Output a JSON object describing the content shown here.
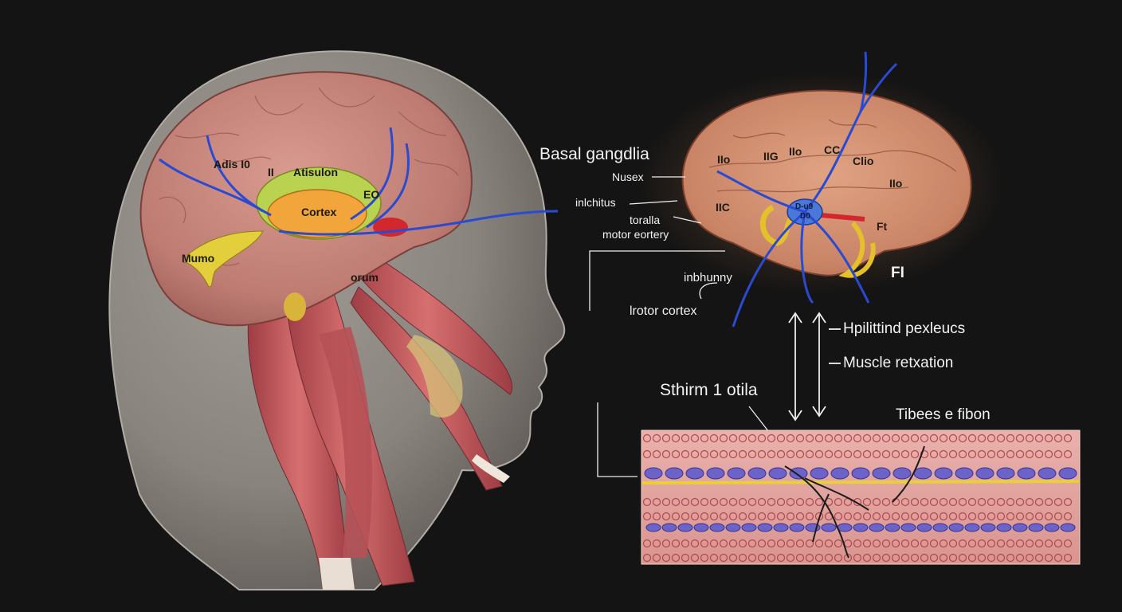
{
  "colors": {
    "background": "#141414",
    "skin": "#8c8680",
    "brain": "#c7807a",
    "muscle": "#c25a5e",
    "nerve": "#2a4bd1",
    "basal_ganglia_yellow": "#e4c02a",
    "basal_ganglia_green": "#b9d24f",
    "fiber_band": "#e7a9a6",
    "fiber_nucleus": "#6b63c8",
    "label_text": "#f2f2f2"
  },
  "head_labels": {
    "top_left": "Adis I0",
    "top_mark": "II",
    "top_center": "Atisulon",
    "right_mark": "EO",
    "cortex": "Cortex",
    "left_branch": "Mumo",
    "lower_right": "orum"
  },
  "brain_labels": {
    "a": "IIo",
    "b": "IIG",
    "c": "IIo",
    "d": "CC",
    "e": "Clio",
    "f": "IIo",
    "g": "IIC",
    "center_a": "D-u9",
    "center_b": "D0",
    "right": "Ft"
  },
  "annotations": {
    "basal_ganglia": "Basal gangdlia",
    "nusex": "Nusex",
    "inhibitus": "inlchitus",
    "toralla": "toralla",
    "motor_eortery": "motor eortery",
    "inbhunny": "inbhunny",
    "lrotor_cortex": "lrotor cortex",
    "fi": "FI",
    "hpilittind": "Hpilittind pexleucs",
    "muscle_relaxation": "Muscle retxation",
    "sthirm": "Sthirm 1 otila",
    "tibees": "Tibees e fibon"
  }
}
